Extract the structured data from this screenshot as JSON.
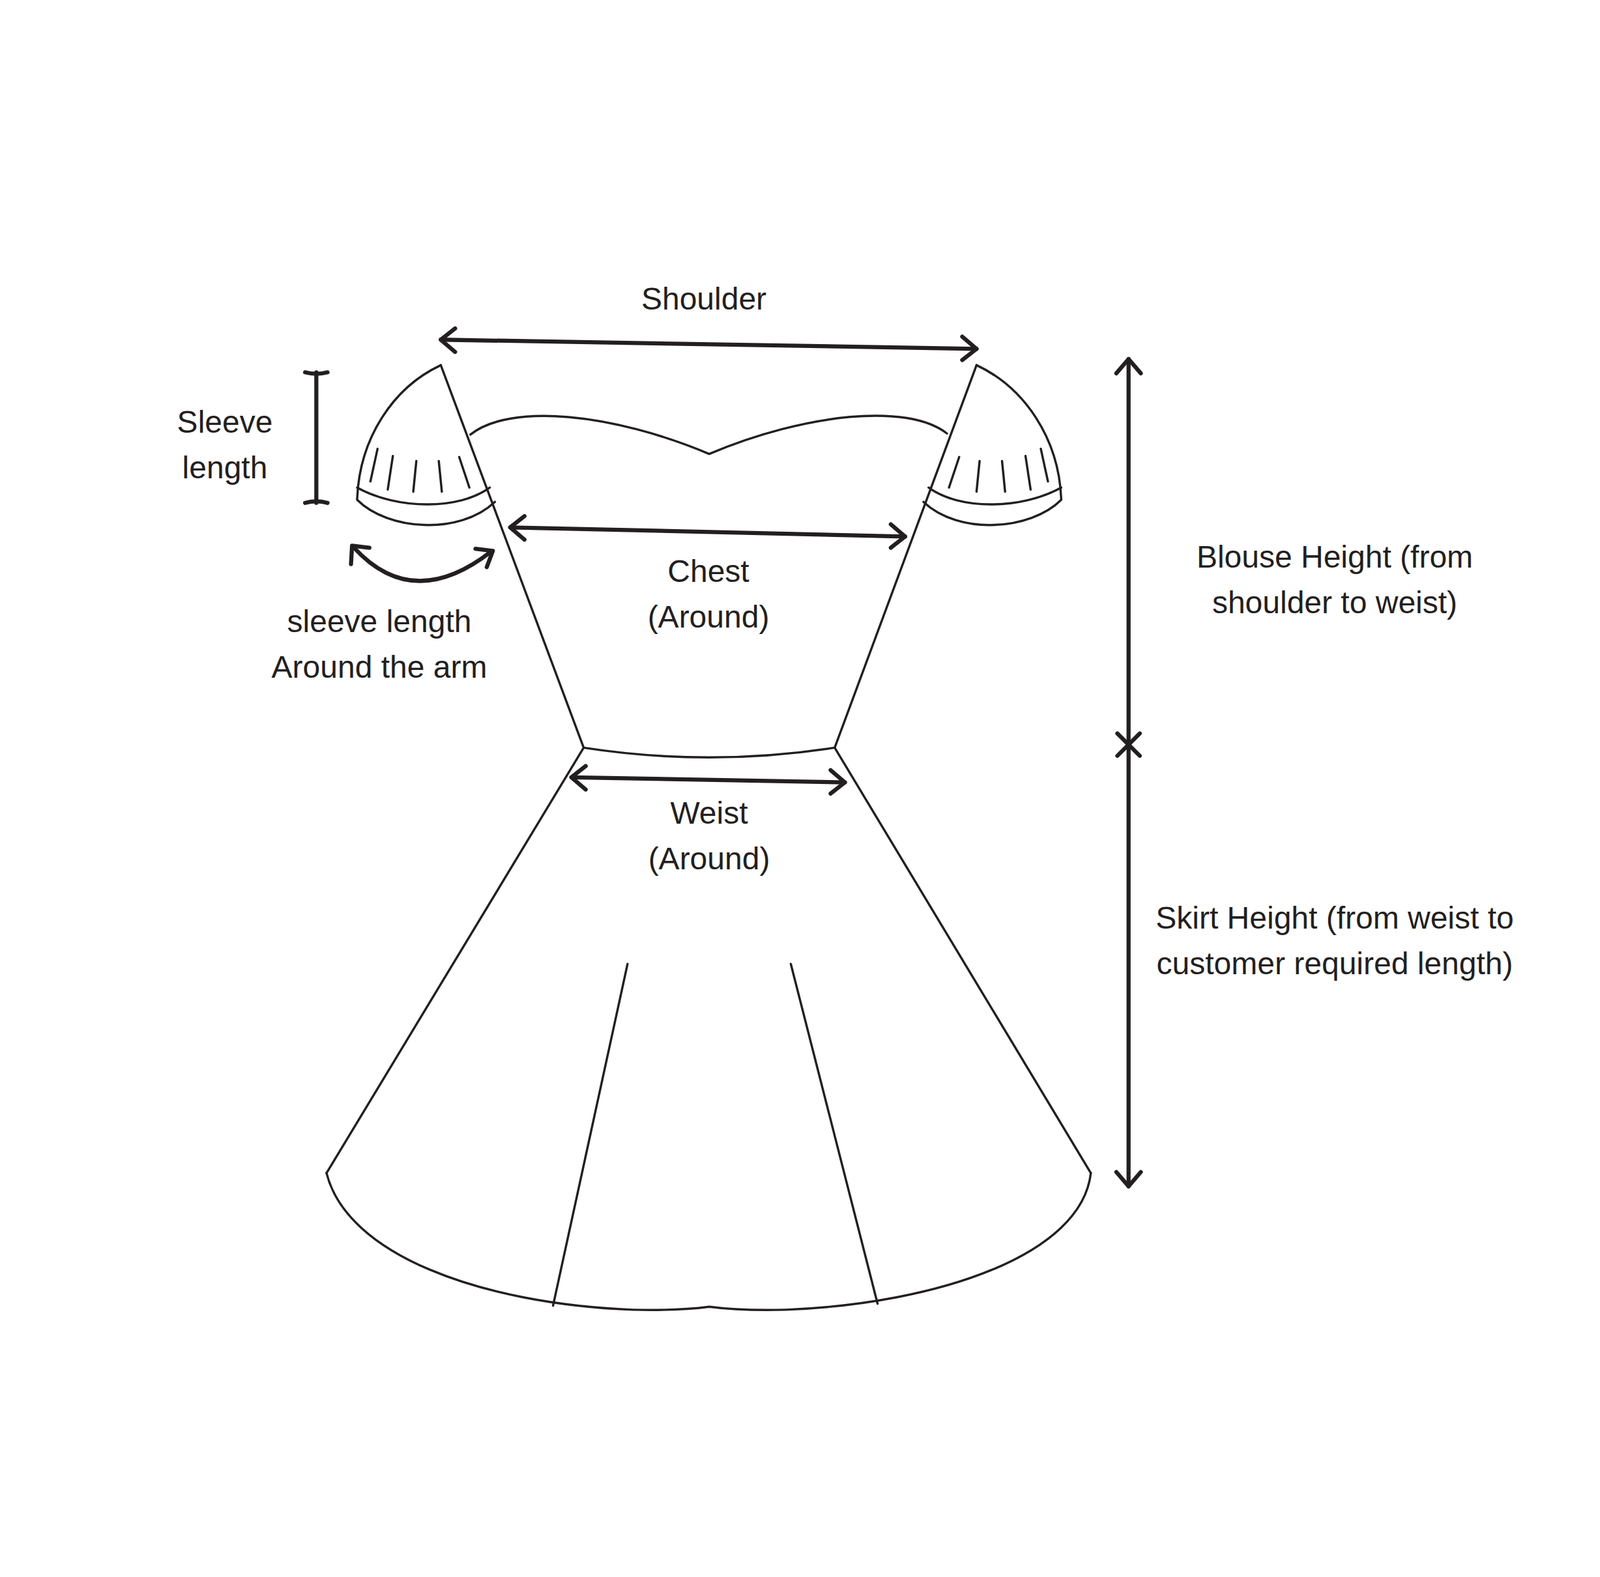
{
  "diagram": {
    "labels": [
      "Shoulder",
      "Sleeve length",
      "sleeve length Around the arm",
      "Chest (Around)",
      "Blouse Height (from shoulder to weist)",
      "Weist (Around)",
      "Skirt Height (from weist to customer required length)"
    ]
  }
}
